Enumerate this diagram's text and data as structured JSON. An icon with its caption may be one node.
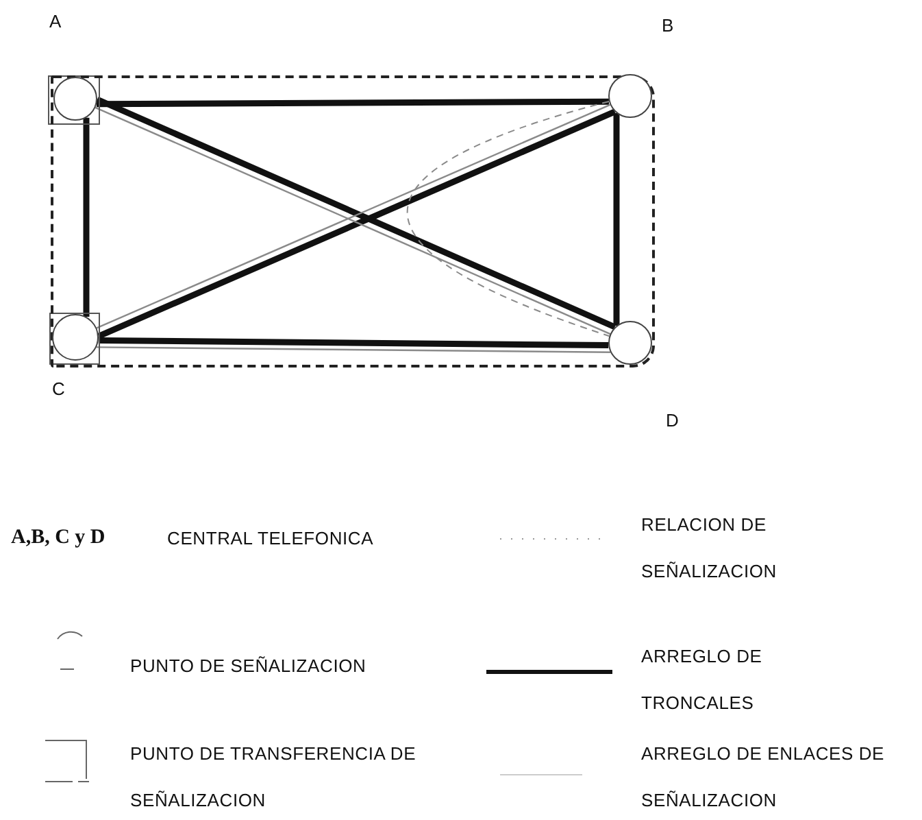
{
  "diagram": {
    "nodes": [
      {
        "text": [
          "A"
        ]
      },
      {
        "text": [
          "B"
        ]
      },
      {
        "text": [
          "C"
        ]
      },
      {
        "text": [
          "D"
        ]
      }
    ],
    "edges": [
      {
        "from": 0,
        "to": 1,
        "arrow": "none"
      },
      {
        "from": 0,
        "to": 2,
        "arrow": "none"
      },
      {
        "from": 1,
        "to": 3,
        "arrow": "none"
      },
      {
        "from": 2,
        "to": 3,
        "arrow": "none"
      },
      {
        "from": 0,
        "to": 3,
        "arrow": "none"
      },
      {
        "from": 2,
        "to": 1,
        "arrow": "none"
      },
      {
        "from": 0,
        "to": 3,
        "arrow": "none",
        "color": "#8a8a8a"
      },
      {
        "from": 2,
        "to": 1,
        "arrow": "none",
        "color": "#8a8a8a"
      },
      {
        "from": 2,
        "to": 3,
        "arrow": "none",
        "color": "#8a8a8a"
      },
      {
        "from": 1,
        "to": 3,
        "arrow": "none",
        "style": "dashed",
        "color": "#8a8a8a"
      }
    ],
    "labels": [
      "A,B, C y D",
      "CENTRAL TELEFONICA"
    ],
    "legend": [
      {
        "text": "RELACION DE SEÑALIZACION"
      },
      {
        "text": "PUNTO DE SEÑALIZACION"
      },
      {
        "text": "ARREGLO DE TRONCALES"
      },
      {
        "text": "PUNTO DE TRANSFERENCIA DE SEÑALIZACION"
      },
      {
        "text": "ARREGLO DE ENLACES DE SEÑALIZACION"
      }
    ]
  }
}
